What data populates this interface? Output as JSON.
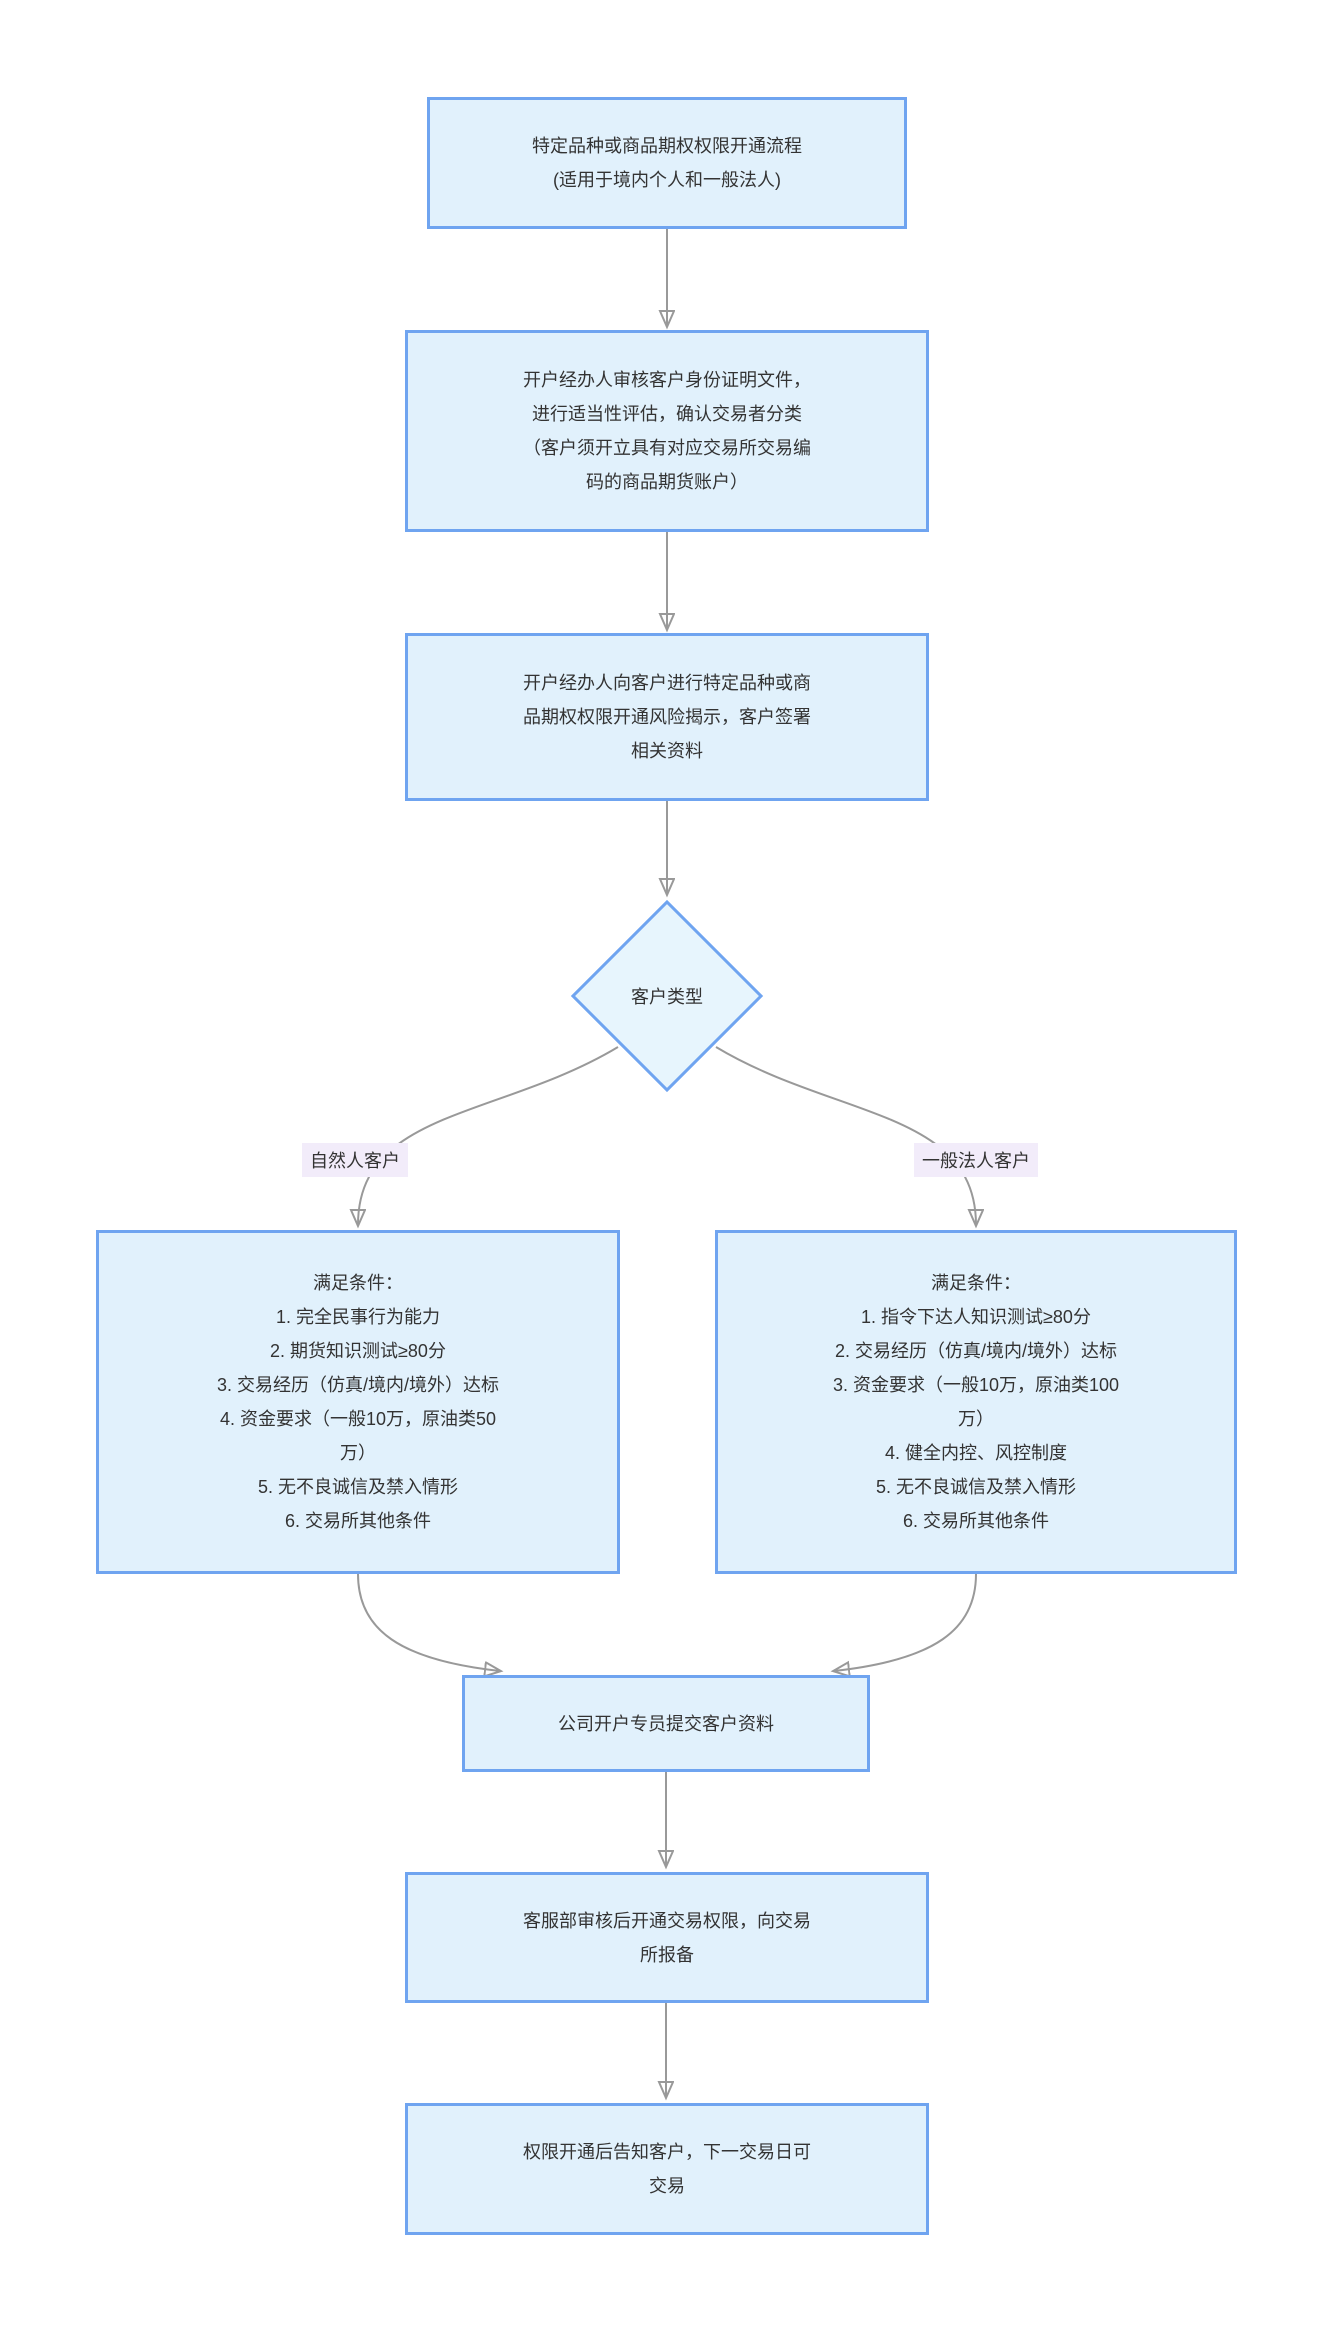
{
  "diagram": {
    "kind": "flowchart",
    "direction": "top-down"
  },
  "colors": {
    "background": "#ffffff",
    "node_fill": "#e1f1fc",
    "node_border": "#6fa4f0",
    "edge_stroke": "#999999",
    "arrowhead_fill": "#8e8e8e",
    "edge_label_bg": "#f2ecfa",
    "text": "#333333"
  },
  "nodes": {
    "start": {
      "text": "特定品种或商品期权权限开通流程\n(适用于境内个人和一般法人)"
    },
    "identity_check": {
      "text": "开户经办人审核客户身份证明文件，\n进行适当性评估，确认交易者分类\n（客户须开立具有对应交易所交易编\n码的商品期货账户）"
    },
    "risk_disclosure": {
      "text": "开户经办人向客户进行特定品种或商\n品期权权限开通风险揭示，客户签署\n相关资料"
    },
    "decision": {
      "text": "客户类型"
    },
    "natural_person_conditions": {
      "text": "满足条件：\n1. 完全民事行为能力\n2. 期货知识测试≥80分\n3. 交易经历（仿真/境内/境外）达标\n4. 资金要求（一般10万，原油类50\n万）\n5. 无不良诚信及禁入情形\n6. 交易所其他条件"
    },
    "legal_person_conditions": {
      "text": "满足条件：\n1. 指令下达人知识测试≥80分\n2. 交易经历（仿真/境内/境外）达标\n3. 资金要求（一般10万，原油类100\n万）\n4. 健全内控、风控制度\n5. 无不良诚信及禁入情形\n6. 交易所其他条件"
    },
    "submit": {
      "text": "公司开户专员提交客户资料"
    },
    "review": {
      "text": "客服部审核后开通交易权限，向交易\n所报备"
    },
    "notify": {
      "text": "权限开通后告知客户，下一交易日可\n交易"
    }
  },
  "edge_labels": {
    "left": "自然人客户",
    "right": "一般法人客户"
  },
  "edges": [
    {
      "from": "start",
      "to": "identity_check"
    },
    {
      "from": "identity_check",
      "to": "risk_disclosure"
    },
    {
      "from": "risk_disclosure",
      "to": "decision"
    },
    {
      "from": "decision",
      "to": "natural_person_conditions",
      "label": "自然人客户"
    },
    {
      "from": "decision",
      "to": "legal_person_conditions",
      "label": "一般法人客户"
    },
    {
      "from": "natural_person_conditions",
      "to": "submit"
    },
    {
      "from": "legal_person_conditions",
      "to": "submit"
    },
    {
      "from": "submit",
      "to": "review"
    },
    {
      "from": "review",
      "to": "notify"
    }
  ]
}
